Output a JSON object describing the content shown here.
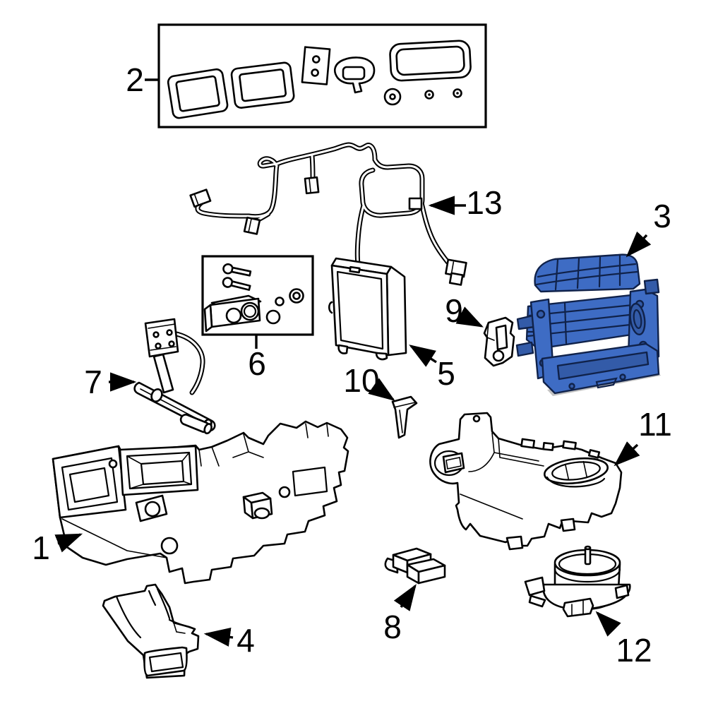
{
  "diagram": {
    "description": "Exploded parts diagram of an automotive HVAC heater and blower assembly with 13 numbered callouts; part 3 is highlighted in blue",
    "background_color": "#ffffff",
    "line_color": "#000000",
    "highlight_fill": "#3e6cc4",
    "highlight_stroke": "#10224a"
  },
  "callouts": {
    "c1": {
      "label": "1"
    },
    "c2": {
      "label": "2"
    },
    "c3": {
      "label": "3"
    },
    "c4": {
      "label": "4"
    },
    "c5": {
      "label": "5"
    },
    "c6": {
      "label": "6"
    },
    "c7": {
      "label": "7"
    },
    "c8": {
      "label": "8"
    },
    "c9": {
      "label": "9"
    },
    "c10": {
      "label": "10"
    },
    "c11": {
      "label": "11"
    },
    "c12": {
      "label": "12"
    },
    "c13": {
      "label": "13"
    }
  }
}
